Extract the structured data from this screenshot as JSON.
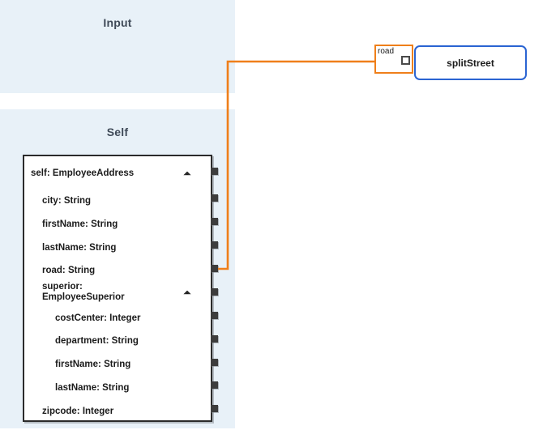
{
  "canvas": {
    "background": "#ffffff",
    "accent_orange": "#ef7f1a",
    "accent_blue": "#2a64d2",
    "panel_background": "#e8f1f8",
    "port_color": "#3d3d3d"
  },
  "panels": [
    {
      "id": "input",
      "title": "Input"
    },
    {
      "id": "self",
      "title": "Self"
    }
  ],
  "self_object": {
    "fields": [
      {
        "label": "self: EmployeeAddress",
        "level": 0,
        "expandable": true,
        "expanded": true,
        "has_port": true
      },
      {
        "label": "city: String",
        "level": 1,
        "expandable": false,
        "expanded": false,
        "has_port": true
      },
      {
        "label": "firstName: String",
        "level": 1,
        "expandable": false,
        "expanded": false,
        "has_port": true
      },
      {
        "label": "lastName: String",
        "level": 1,
        "expandable": false,
        "expanded": false,
        "has_port": true
      },
      {
        "label": "road: String",
        "level": 1,
        "expandable": false,
        "expanded": false,
        "has_port": true
      },
      {
        "label": "superior:\nEmployeeSuperior",
        "level": 1,
        "expandable": true,
        "expanded": true,
        "has_port": true
      },
      {
        "label": "costCenter: Integer",
        "level": 2,
        "expandable": false,
        "expanded": false,
        "has_port": true
      },
      {
        "label": "department: String",
        "level": 2,
        "expandable": false,
        "expanded": false,
        "has_port": true
      },
      {
        "label": "firstName: String",
        "level": 2,
        "expandable": false,
        "expanded": false,
        "has_port": true
      },
      {
        "label": "lastName: String",
        "level": 2,
        "expandable": false,
        "expanded": false,
        "has_port": true
      },
      {
        "label": "zipcode: Integer",
        "level": 1,
        "expandable": false,
        "expanded": false,
        "has_port": true
      }
    ]
  },
  "nodes": [
    {
      "id": "splitStreet",
      "title": "splitStreet",
      "input_port": {
        "name": "road",
        "connected": true
      }
    }
  ],
  "links": [
    {
      "id": "road-to-splitstreet",
      "from": "self.road",
      "to": "splitStreet.road",
      "color": "#ef7f1a"
    }
  ],
  "icons": {
    "chevron_up": "chevron-up-icon"
  }
}
